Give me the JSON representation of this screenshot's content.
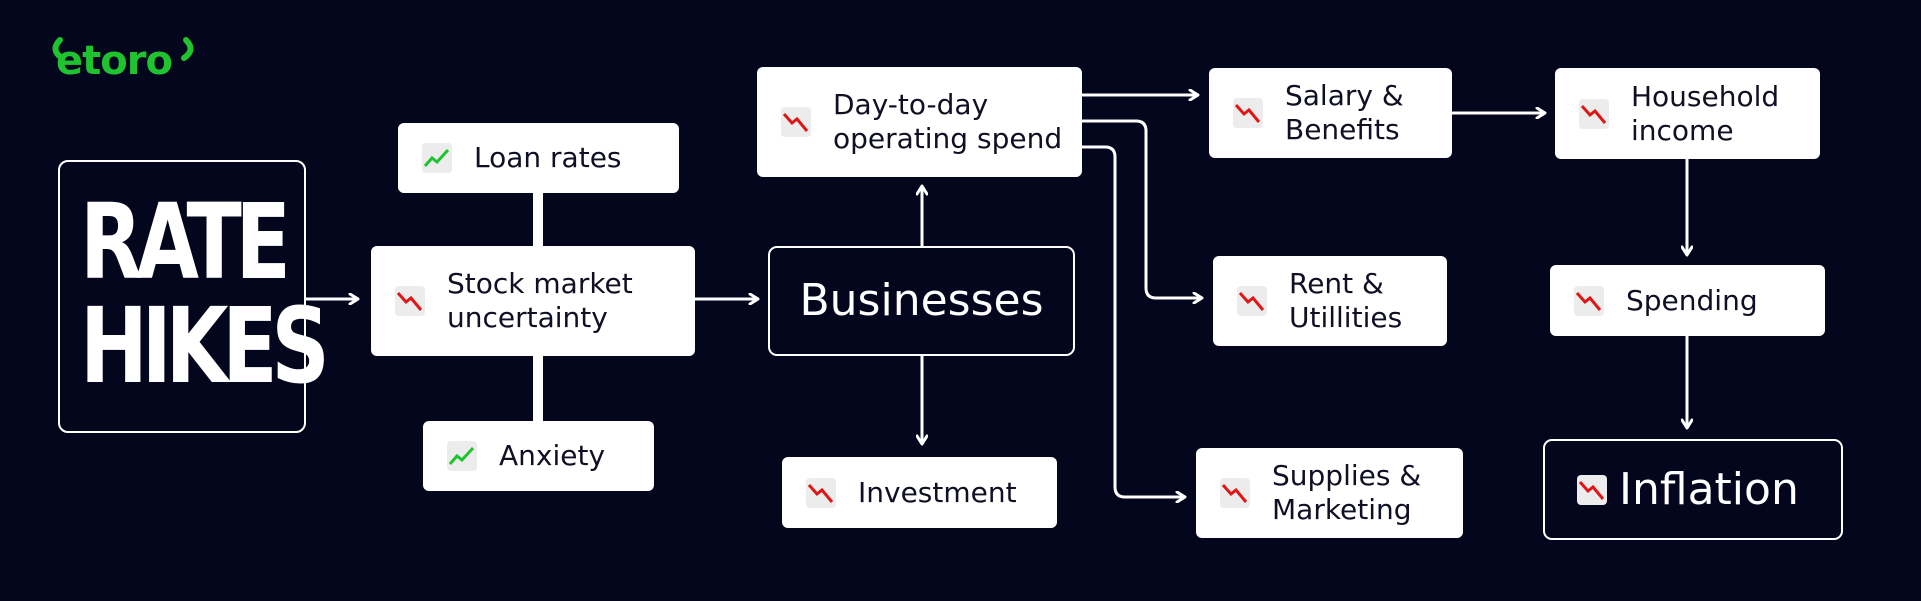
{
  "brand": {
    "logo_text": "etoro",
    "accent_color": "#1fc32f"
  },
  "colors": {
    "background": "#04061e",
    "up": "#1fc32f",
    "down": "#e01515",
    "node": "#ffffff"
  },
  "title": "RATE\nHIKES",
  "nodes": {
    "loan_rates": {
      "label": "Loan rates",
      "trend": "up"
    },
    "stock_market": {
      "label": "Stock market\nuncertainty",
      "trend": "down"
    },
    "anxiety": {
      "label": "Anxiety",
      "trend": "up"
    },
    "businesses": {
      "label": "Businesses"
    },
    "operating_spend": {
      "label": "Day-to-day\noperating spend",
      "trend": "down"
    },
    "investment": {
      "label": "Investment",
      "trend": "down"
    },
    "salary": {
      "label": "Salary &\nBenefits",
      "trend": "down"
    },
    "rent": {
      "label": "Rent &\nUtillities",
      "trend": "down"
    },
    "supplies": {
      "label": "Supplies &\nMarketing",
      "trend": "down"
    },
    "household_income": {
      "label": "Household\nincome",
      "trend": "down"
    },
    "spending": {
      "label": "Spending",
      "trend": "down"
    },
    "inflation": {
      "label": "Inflation",
      "trend": "down"
    }
  },
  "edges": [
    {
      "from": "rate_hikes",
      "to": "stock_market"
    },
    {
      "from": "loan_rates",
      "to": "stock_market"
    },
    {
      "from": "anxiety",
      "to": "stock_market"
    },
    {
      "from": "stock_market",
      "to": "businesses"
    },
    {
      "from": "businesses",
      "to": "operating_spend"
    },
    {
      "from": "businesses",
      "to": "investment"
    },
    {
      "from": "operating_spend",
      "to": "salary"
    },
    {
      "from": "operating_spend",
      "to": "rent"
    },
    {
      "from": "operating_spend",
      "to": "supplies"
    },
    {
      "from": "salary",
      "to": "household_income"
    },
    {
      "from": "household_income",
      "to": "spending"
    },
    {
      "from": "spending",
      "to": "inflation"
    }
  ]
}
